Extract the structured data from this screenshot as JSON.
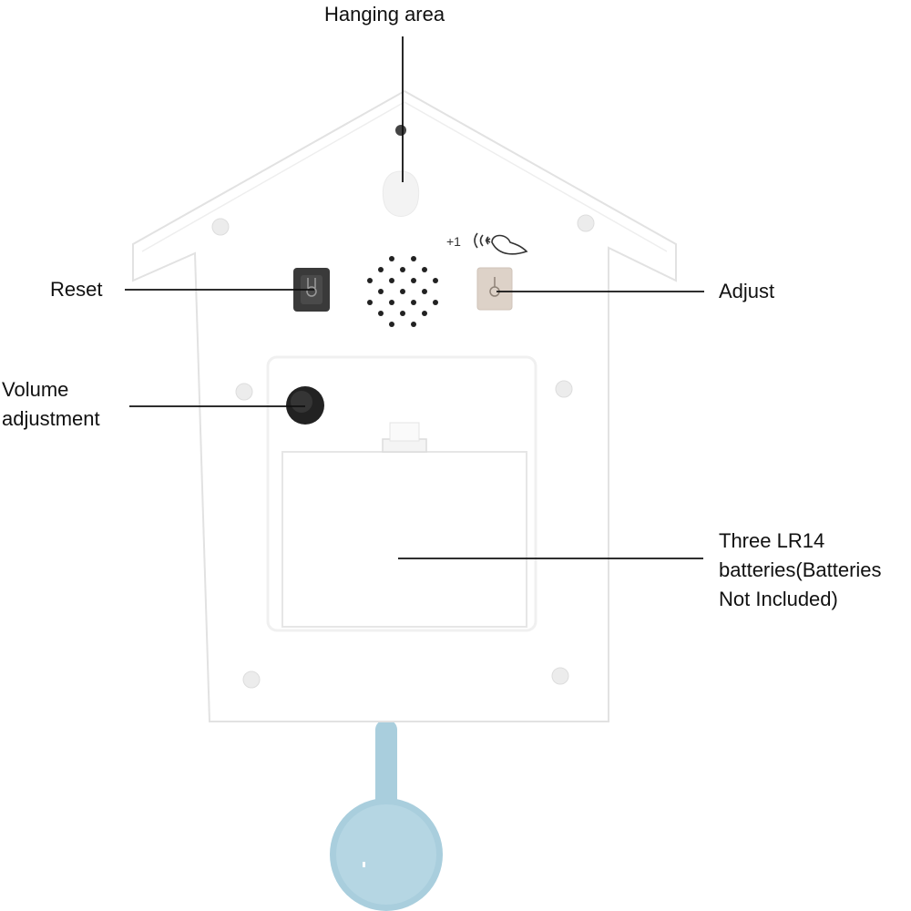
{
  "labels": {
    "hanging_area": "Hanging area",
    "reset": "Reset",
    "adjust": "Adjust",
    "volume": {
      "line1": "Volume",
      "line2": "adjustment"
    },
    "batteries": {
      "line1": "Three LR14",
      "line2": "batteries(Batteries",
      "line3": "Not Included)"
    }
  },
  "chime_mark": {
    "text": "+1",
    "icon": "bird-sound-icon"
  },
  "colors": {
    "house_outline": "#e2e2e2",
    "pendulum": "#a9cedd",
    "leader_line": "#111111",
    "reset_button": "#3a3a3a",
    "adjust_button": "#ddd2c8",
    "knob": "#222222"
  }
}
